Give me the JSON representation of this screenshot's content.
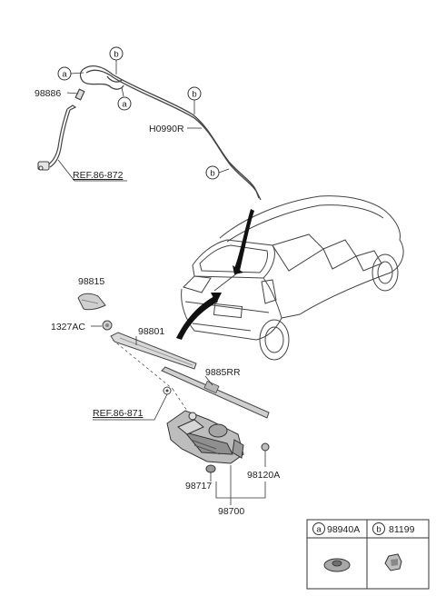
{
  "labels": {
    "hose_clip": "98886",
    "hose": "H0990R",
    "ref_top": "REF.86-872",
    "cap": "98815",
    "nut": "1327AC",
    "arm": "98801",
    "blade": "9885RR",
    "ref_bottom": "REF.86-871",
    "grommet": "98717",
    "bolt": "98120A",
    "motor": "98700"
  },
  "callouts": {
    "a": "a",
    "b": "b"
  },
  "legend": {
    "a_letter": "a",
    "a_part": "98940A",
    "b_letter": "b",
    "b_part": "81199"
  }
}
